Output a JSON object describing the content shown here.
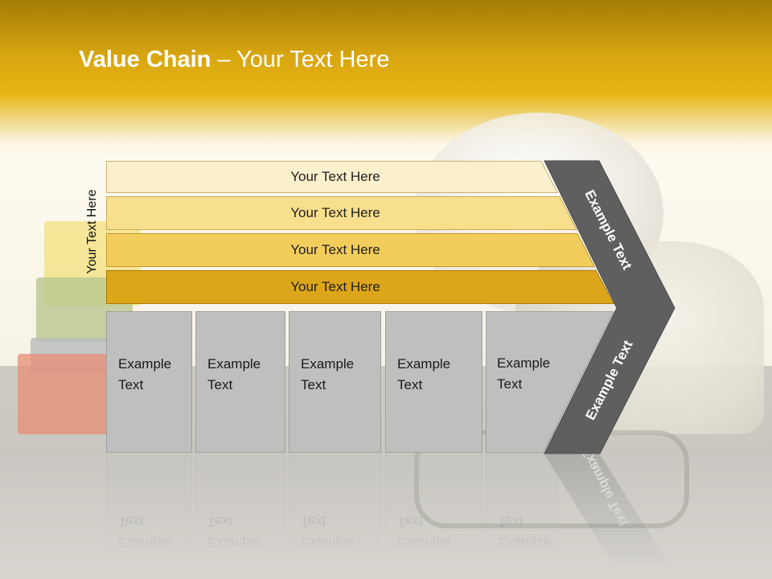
{
  "title": {
    "bold": "Value Chain",
    "rest": " – Your Text Here"
  },
  "side_label": "Your Text Here",
  "bars": [
    {
      "label": "Your Text Here",
      "fill": "#fbf0cc",
      "stroke": "#c9b07a"
    },
    {
      "label": "Your Text Here",
      "fill": "#f8df8d",
      "stroke": "#c9a857"
    },
    {
      "label": "Your Text Here",
      "fill": "#f3cd5c",
      "stroke": "#c39b2c"
    },
    {
      "label": "Your Text Here",
      "fill": "#dda61a",
      "stroke": "#a77c08"
    }
  ],
  "boxes": [
    {
      "label": "Example Text"
    },
    {
      "label": "Example Text"
    },
    {
      "label": "Example Text"
    },
    {
      "label": "Example Text"
    },
    {
      "label": "Example Text"
    }
  ],
  "chevron": {
    "upper_label": "Example Text",
    "lower_label": "Example Text",
    "color": "#5f5f5f"
  }
}
